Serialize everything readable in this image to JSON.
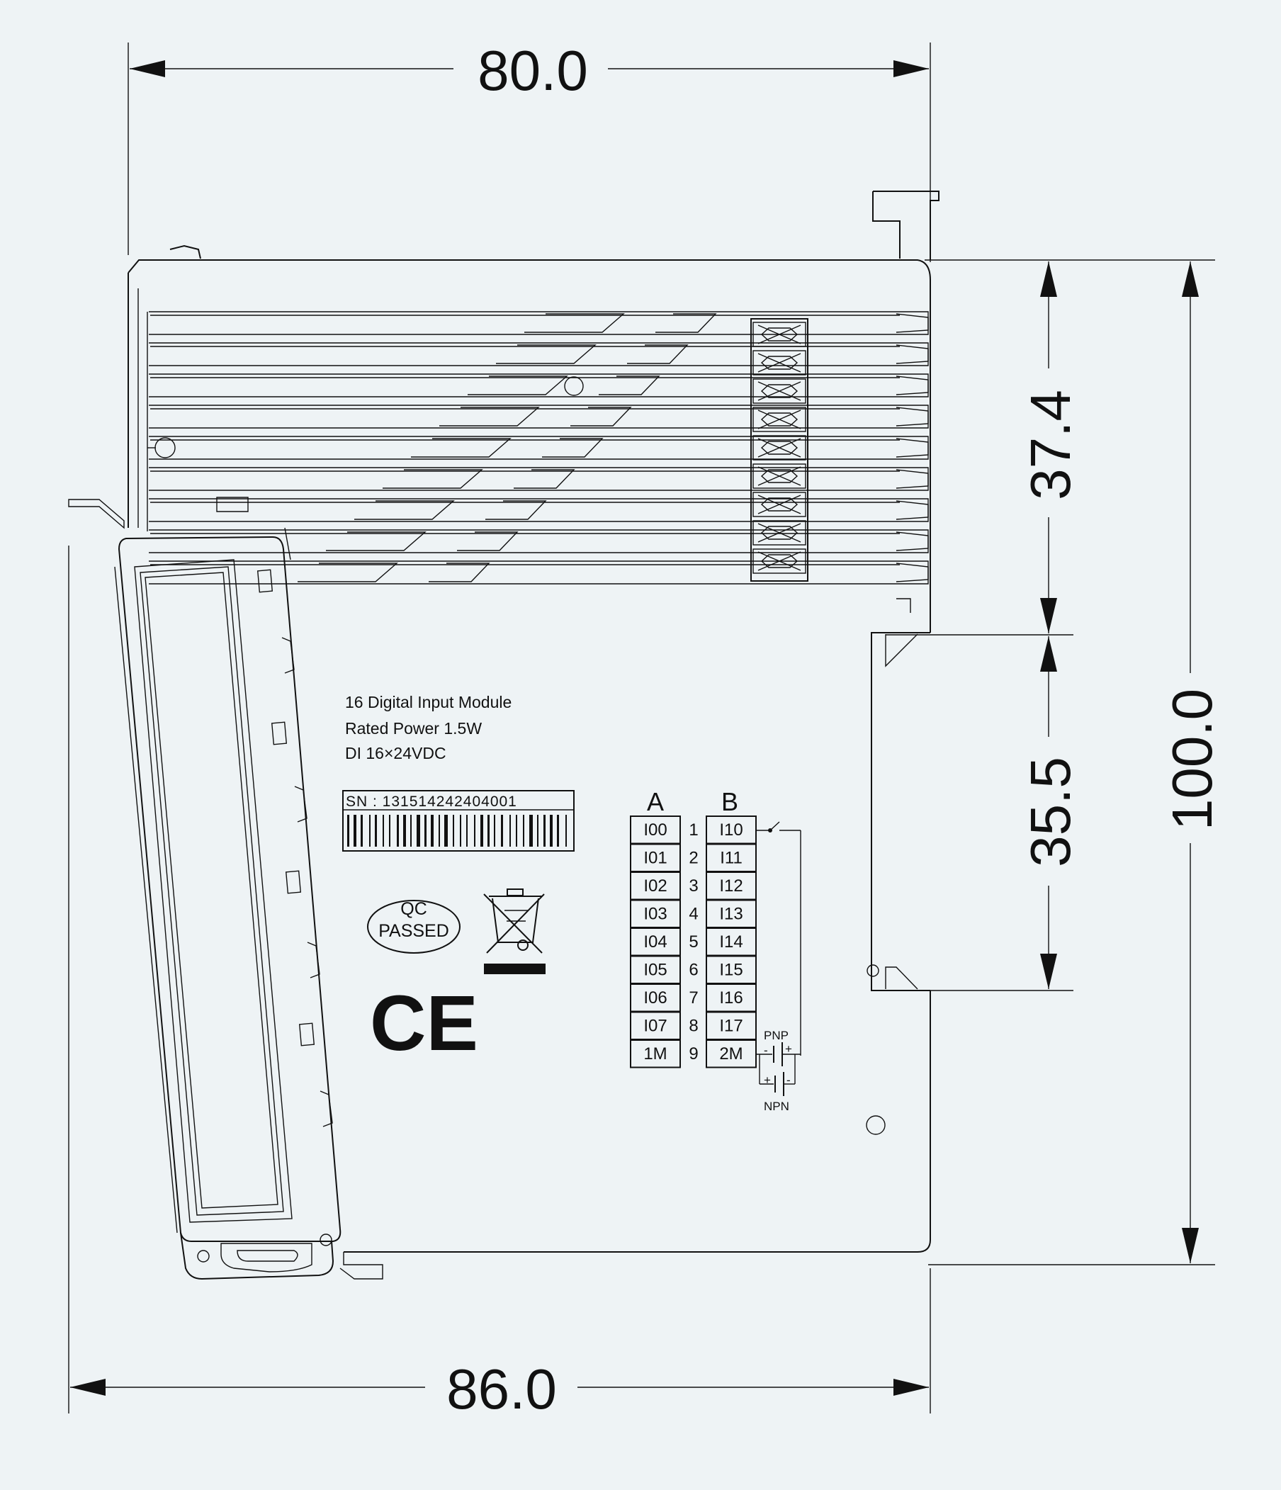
{
  "dimensions": {
    "top_width": "80.0",
    "bottom_width": "86.0",
    "upper_height": "37.4",
    "rail_height": "35.5",
    "total_height": "100.0"
  },
  "label": {
    "line1": "16 Digital Input  Module",
    "line2": "Rated Power 1.5W",
    "line3": "DI 16×24VDC"
  },
  "serial": {
    "text": "SN : 131514242404001"
  },
  "qc_badge": {
    "line1": "QC",
    "line2": "PASSED"
  },
  "ce_mark": "CE",
  "terminals": {
    "header_a": "A",
    "header_b": "B",
    "rows": [
      {
        "a": "I00",
        "num": "1",
        "b": "I10"
      },
      {
        "a": "I01",
        "num": "2",
        "b": "I11"
      },
      {
        "a": "I02",
        "num": "3",
        "b": "I12"
      },
      {
        "a": "I03",
        "num": "4",
        "b": "I13"
      },
      {
        "a": "I04",
        "num": "5",
        "b": "I14"
      },
      {
        "a": "I05",
        "num": "6",
        "b": "I15"
      },
      {
        "a": "I06",
        "num": "7",
        "b": "I16"
      },
      {
        "a": "I07",
        "num": "8",
        "b": "I17"
      },
      {
        "a": "1M",
        "num": "9",
        "b": "2M"
      }
    ],
    "pnp_label": "PNP",
    "npn_label": "NPN",
    "plus": "+",
    "minus": "-"
  },
  "colors": {
    "background": "#eef3f5",
    "line": "#111111"
  }
}
